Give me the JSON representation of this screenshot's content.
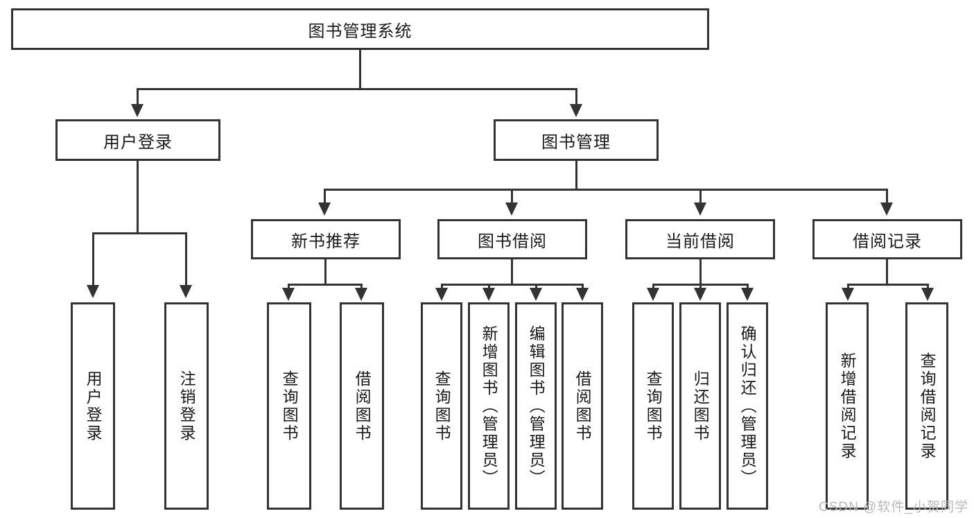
{
  "diagram": {
    "type": "tree",
    "title": "图书管理系统",
    "root": {
      "label": "图书管理系统"
    },
    "level2": [
      {
        "label": "用户登录"
      },
      {
        "label": "图书管理"
      }
    ],
    "level3": [
      {
        "label": "新书推荐"
      },
      {
        "label": "图书借阅"
      },
      {
        "label": "当前借阅"
      },
      {
        "label": "借阅记录"
      }
    ],
    "leaves": {
      "user_login": [
        {
          "label": "用户登录"
        },
        {
          "label": "注销登录"
        }
      ],
      "new_book_recommend": [
        {
          "label": "查询图书"
        },
        {
          "label": "借阅图书"
        }
      ],
      "book_borrow": [
        {
          "label": "查询图书"
        },
        {
          "label": "新增图书（管理员）"
        },
        {
          "label": "编辑图书（管理员）"
        },
        {
          "label": "借阅图书"
        }
      ],
      "current_borrow": [
        {
          "label": "查询图书"
        },
        {
          "label": "归还图书"
        },
        {
          "label": "确认归还（管理员）"
        }
      ],
      "borrow_record": [
        {
          "label": "新增借阅记录"
        },
        {
          "label": "查询借阅记录"
        }
      ]
    },
    "watermark": "CSDN @软件_小贺同学",
    "colors": {
      "stroke": "#333333",
      "background": "#ffffff",
      "text": "#1a1a1a",
      "watermark": "#b9b9b9"
    }
  }
}
